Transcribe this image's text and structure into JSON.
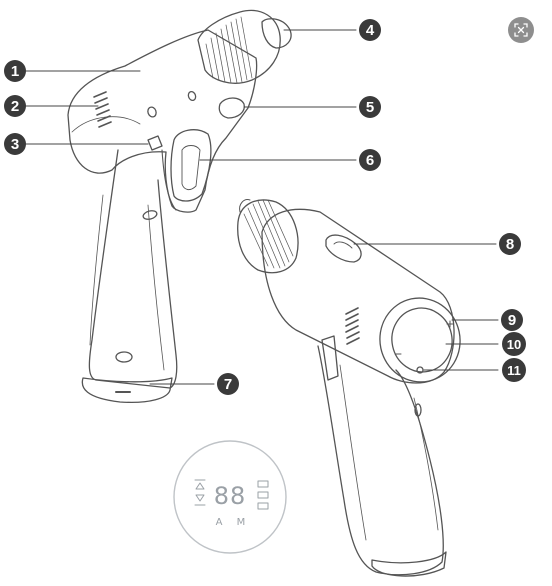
{
  "callouts": [
    {
      "number": "1"
    },
    {
      "number": "2"
    },
    {
      "number": "3"
    },
    {
      "number": "4"
    },
    {
      "number": "5"
    },
    {
      "number": "6"
    },
    {
      "number": "7"
    },
    {
      "number": "8"
    },
    {
      "number": "9"
    },
    {
      "number": "10"
    },
    {
      "number": "11"
    }
  ],
  "display_panel": {
    "digits": "88",
    "mode_labels": [
      "A",
      "M"
    ]
  },
  "colors": {
    "callout_fill": "#3a3a3a",
    "callout_text": "#ffffff",
    "outline": "#555555",
    "leader": "#444444",
    "corner_button": "#8e8e8e"
  },
  "icons": {
    "corner_button": "fullscreen-scan-icon"
  }
}
